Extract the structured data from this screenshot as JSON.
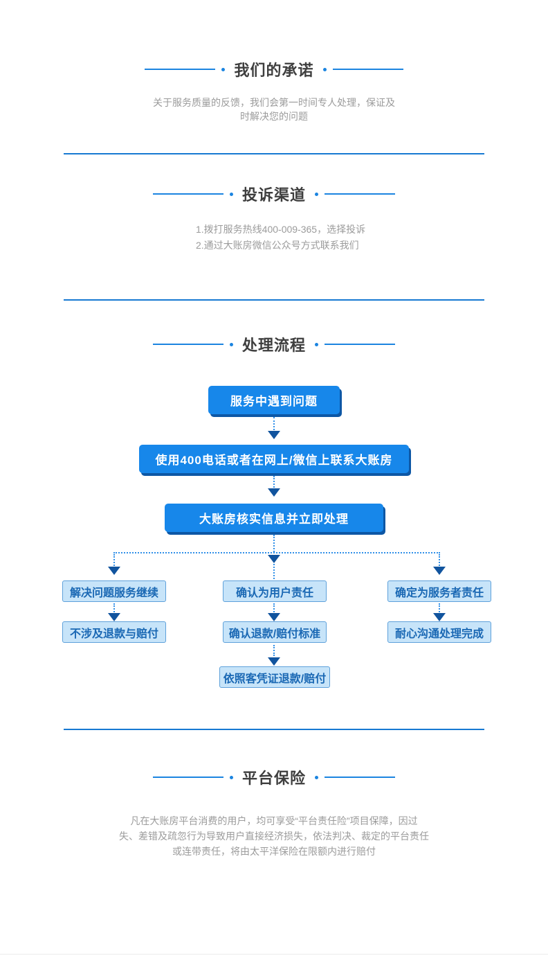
{
  "colors": {
    "accent_blue": "#1b84e0",
    "divider_blue": "#1779d2",
    "flow_box_fill": "#1787ea",
    "flow_box_shadow": "#0d57a5",
    "branch_box_fill": "#c7e4f9",
    "branch_box_border": "#5da0da",
    "branch_box_text": "#1a68b4",
    "arrow_navy": "#11549e",
    "title_text": "#3e3e3e",
    "body_gray": "#9b9b9b"
  },
  "promise": {
    "title": "我们的承诺",
    "lines": [
      "关于服务质量的反馈，我们会第一时间专人处理，保证及",
      "时解决您的问题"
    ]
  },
  "channels": {
    "title": "投诉渠道",
    "items": [
      "1.拨打服务热线400-009-365，选择投诉",
      "2.通过大账房微信公众号方式联系我们"
    ]
  },
  "process": {
    "title": "处理流程",
    "steps": [
      "服务中遇到问题",
      "使用400电话或者在网上/微信上联系大账房",
      "大账房核实信息并立即处理"
    ],
    "branches": [
      {
        "steps": [
          "解决问题服务继续",
          "不涉及退款与赔付"
        ]
      },
      {
        "steps": [
          "确认为用户责任",
          "确认退款/赔付标准",
          "依照客凭证退款/赔付"
        ]
      },
      {
        "steps": [
          "确定为服务者责任",
          "耐心沟通处理完成"
        ]
      }
    ]
  },
  "insurance": {
    "title": "平台保险",
    "lines": [
      "凡在大账房平台消费的用户，均可享受“平台责任险”项目保障，因过",
      "失、差错及疏忽行为导致用户直接经济损失，依法判决、裁定的平台责任",
      "或连带责任，将由太平洋保险在限额内进行赔付"
    ]
  }
}
